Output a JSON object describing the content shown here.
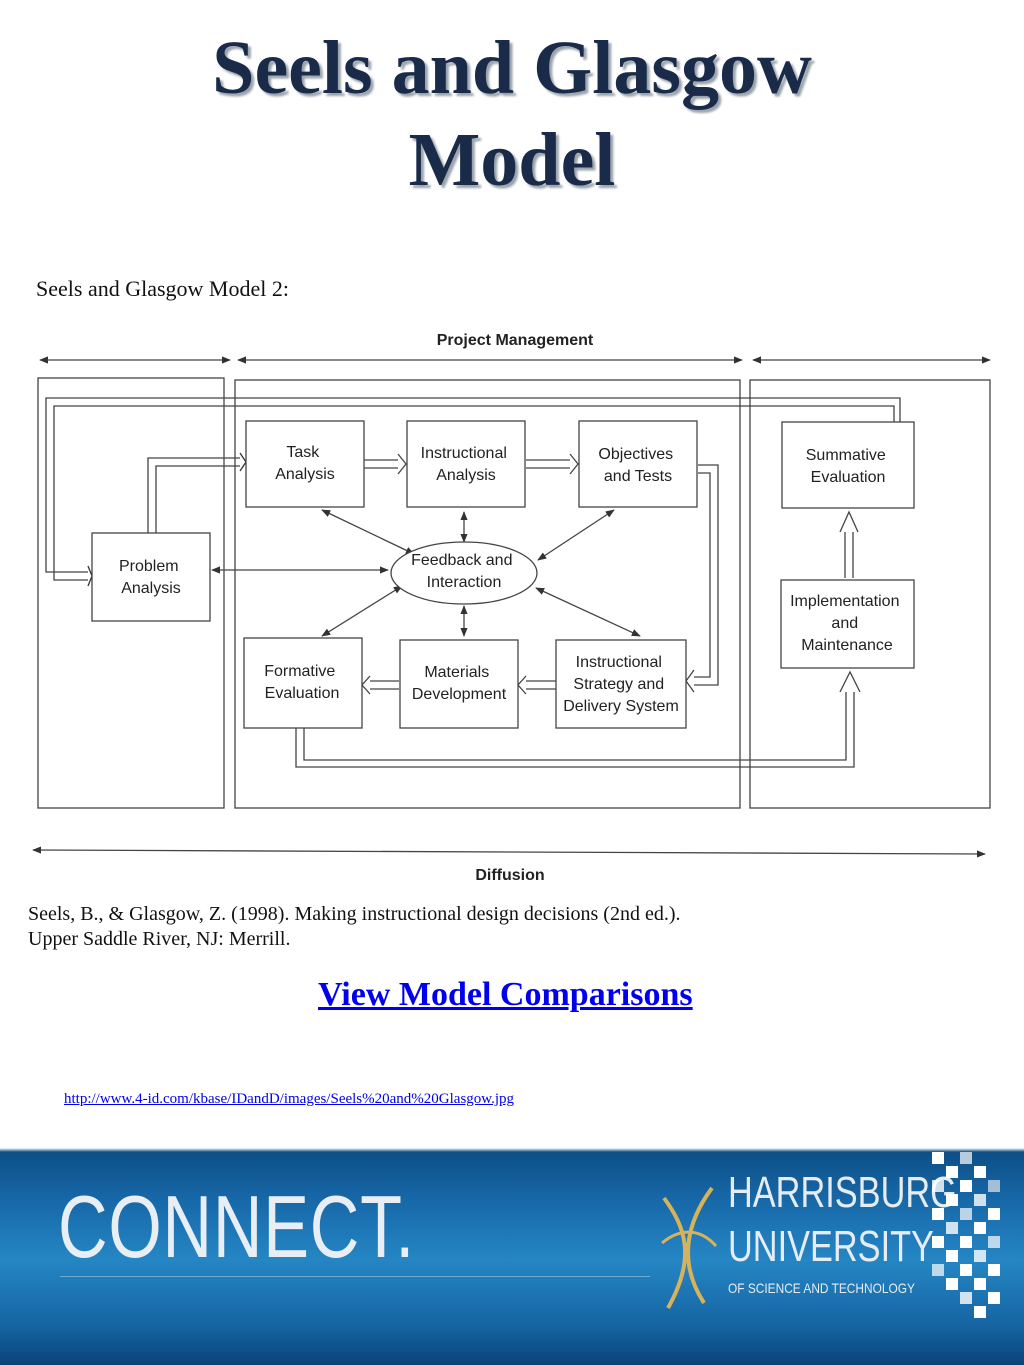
{
  "title": {
    "line1": "Seels and Glasgow",
    "line2": "Model"
  },
  "diagram_label": "Seels and Glasgow Model 2:",
  "diagram": {
    "top_label": "Project Management",
    "bottom_label": "Diffusion",
    "boxes": {
      "problem_analysis": [
        "Problem",
        "Analysis"
      ],
      "task_analysis": [
        "Task",
        "Analysis"
      ],
      "instructional_analysis": [
        "Instructional",
        "Analysis"
      ],
      "objectives_tests": [
        "Objectives",
        "and Tests"
      ],
      "summative_evaluation": [
        "Summative",
        "Evaluation"
      ],
      "feedback_interaction": [
        "Feedback and",
        "Interaction"
      ],
      "implementation_maintenance": [
        "Implementation",
        "and",
        "Maintenance"
      ],
      "formative_evaluation": [
        "Formative",
        "Evaluation"
      ],
      "materials_development": [
        "Materials",
        "Development"
      ],
      "instructional_strategy": [
        "Instructional",
        "Strategy and",
        "Delivery System"
      ]
    }
  },
  "citation": {
    "line1": "Seels, B., & Glasgow, Z. (1998). Making instructional design decisions (2nd ed.).",
    "line2": "Upper Saddle River, NJ: Merrill."
  },
  "link_text": "View Model Comparisons",
  "source_url": "http://www.4-id.com/kbase/IDandD/images/Seels%20and%20Glasgow.jpg",
  "banner": {
    "tagline": "CONNECT.",
    "org_line1": "HARRISBURG",
    "org_line2": "UNIVERSITY",
    "org_line3": "OF SCIENCE AND TECHNOLOGY"
  }
}
